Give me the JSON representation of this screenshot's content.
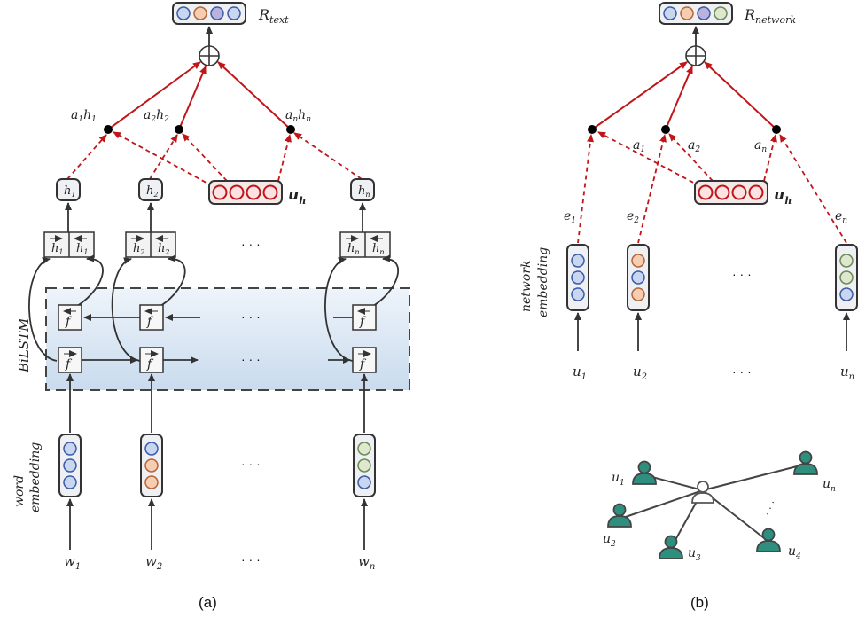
{
  "panel_a": {
    "caption": "(a)",
    "output_label": "R",
    "output_sub": "text",
    "hidden": [
      "h1",
      "h2",
      "hn"
    ],
    "weighted": [
      {
        "a": "a",
        "s": "1",
        "h": "h",
        "hs": "1"
      },
      {
        "a": "a",
        "s": "2",
        "h": "h",
        "hs": "2"
      },
      {
        "a": "a",
        "s": "n",
        "h": "h",
        "hs": "n"
      }
    ],
    "h_labels": [
      {
        "b": "h",
        "s": "1"
      },
      {
        "b": "h",
        "s": "2"
      },
      {
        "b": "h",
        "s": "n"
      }
    ],
    "query_label": "u",
    "query_sub": "h",
    "bilstm_label": "BiLSTM",
    "embedding_label_1": "word",
    "embedding_label_2": "embedding",
    "inputs": [
      {
        "b": "w",
        "s": "1"
      },
      {
        "b": "w",
        "s": "2"
      },
      {
        "b": "w",
        "s": "n"
      }
    ],
    "forward_cell": "f",
    "backward_cell": "f",
    "ellipsis": "· · ·"
  },
  "panel_b": {
    "caption": "(b)",
    "output_label": "R",
    "output_sub": "network",
    "attention": [
      {
        "b": "a",
        "s": "1"
      },
      {
        "b": "a",
        "s": "2"
      },
      {
        "b": "a",
        "s": "n"
      }
    ],
    "query_label": "u",
    "query_sub": "h",
    "edge_labels": [
      {
        "b": "e",
        "s": "1"
      },
      {
        "b": "e",
        "s": "2"
      },
      {
        "b": "e",
        "s": "n"
      }
    ],
    "embedding_label_1": "network",
    "embedding_label_2": "embedding",
    "inputs": [
      {
        "b": "u",
        "s": "1"
      },
      {
        "b": "u",
        "s": "2"
      },
      {
        "b": "u",
        "s": "n"
      }
    ],
    "ellipsis": "· · ·",
    "graph_nodes": [
      {
        "b": "u",
        "s": "1"
      },
      {
        "b": "u",
        "s": "n"
      },
      {
        "b": "u",
        "s": "2"
      },
      {
        "b": "u",
        "s": "3"
      },
      {
        "b": "u",
        "s": "4"
      }
    ],
    "graph_ellipsis": "·  ·  ·"
  },
  "colors": {
    "blue": "#c9d6f0",
    "blue_stroke": "#3b5aa8",
    "orange": "#f6cdb0",
    "orange_stroke": "#b5653a",
    "green": "#dfe8cf",
    "green_stroke": "#6a8a55",
    "purple": "#b9b2dc",
    "red_fill": "#fbe3e3",
    "red_stroke": "#c0161a",
    "teal": "#2f8f7e",
    "dark": "#333333",
    "bilstm_fill": "#d9e6f3"
  }
}
